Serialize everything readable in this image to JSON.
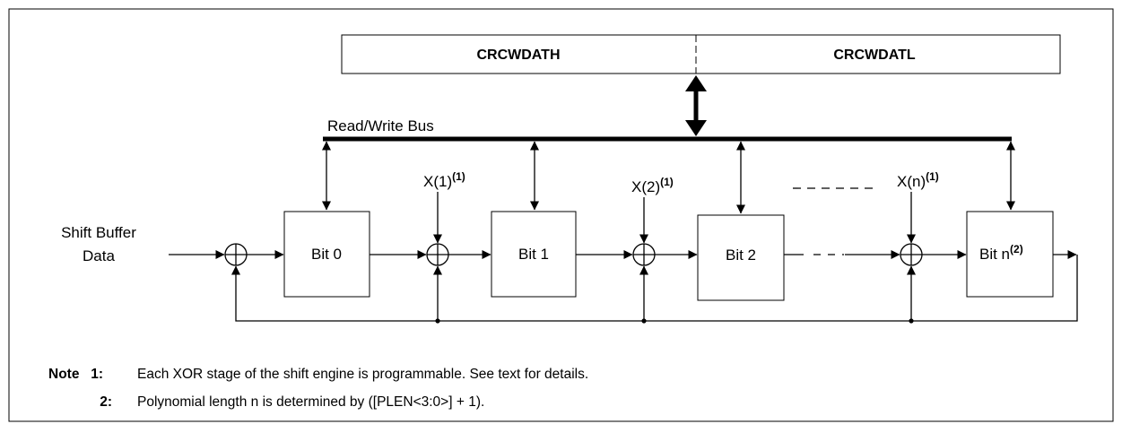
{
  "registers": {
    "high": "CRCWDATH",
    "low": "CRCWDATL"
  },
  "bus_label": "Read/Write Bus",
  "input_label": {
    "line1": "Shift Buffer",
    "line2": "Data"
  },
  "bits": [
    {
      "label": "Bit 0",
      "sup": ""
    },
    {
      "label": "Bit 1",
      "sup": ""
    },
    {
      "label": "Bit 2",
      "sup": ""
    },
    {
      "label": "Bit n",
      "sup": "(2)"
    }
  ],
  "xor_taps": [
    {
      "label": "X(1)",
      "sup": "(1)"
    },
    {
      "label": "X(2)",
      "sup": "(1)"
    },
    {
      "label": "X(n)",
      "sup": "(1)"
    }
  ],
  "notes": {
    "heading": "Note",
    "items": [
      {
        "num": "1:",
        "text": "Each XOR stage of the shift engine is programmable. See text for details."
      },
      {
        "num": "2:",
        "text": "Polynomial length n is determined by ([PLEN<3:0>] + 1)."
      }
    ]
  }
}
